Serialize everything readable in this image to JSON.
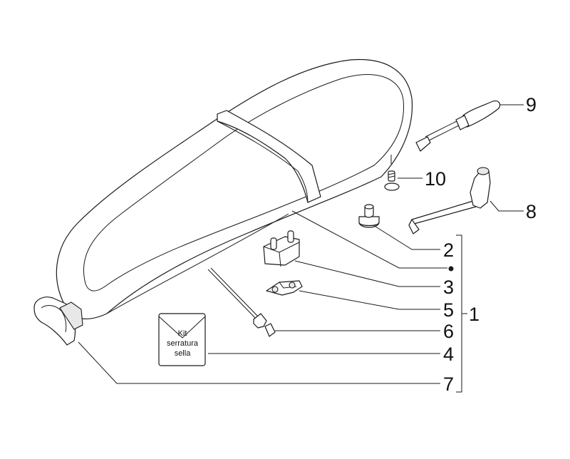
{
  "callouts": {
    "c1": "1",
    "c2": "2",
    "c3": "3",
    "c4": "4",
    "c5": "5",
    "c6": "6",
    "c7": "7",
    "c8": "8",
    "c9": "9",
    "c10": "10"
  },
  "kit_bag": {
    "line1": "Kit",
    "line2": "serratura",
    "line3": "sella"
  },
  "colors": {
    "line": "#1a1a1a",
    "background": "#ffffff"
  }
}
